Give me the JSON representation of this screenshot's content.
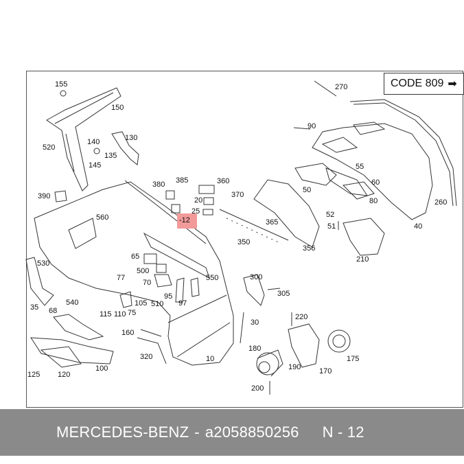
{
  "code_box": {
    "label": "CODE 809",
    "arrow": "➡"
  },
  "callouts": [
    {
      "id": "155",
      "label": "155"
    },
    {
      "id": "150",
      "label": "150"
    },
    {
      "id": "520",
      "label": "520"
    },
    {
      "id": "140",
      "label": "140"
    },
    {
      "id": "130",
      "label": "130"
    },
    {
      "id": "135",
      "label": "135"
    },
    {
      "id": "145",
      "label": "145"
    },
    {
      "id": "390",
      "label": "390"
    },
    {
      "id": "560",
      "label": "560"
    },
    {
      "id": "380",
      "label": "380"
    },
    {
      "id": "385",
      "label": "385"
    },
    {
      "id": "360",
      "label": "360"
    },
    {
      "id": "370",
      "label": "370"
    },
    {
      "id": "20",
      "label": "20"
    },
    {
      "id": "25",
      "label": "25"
    },
    {
      "id": "12",
      "label": "-12"
    },
    {
      "id": "365",
      "label": "365"
    },
    {
      "id": "350",
      "label": "350"
    },
    {
      "id": "270",
      "label": "270"
    },
    {
      "id": "90",
      "label": "90"
    },
    {
      "id": "55",
      "label": "55"
    },
    {
      "id": "50",
      "label": "50"
    },
    {
      "id": "60",
      "label": "60"
    },
    {
      "id": "80",
      "label": "80"
    },
    {
      "id": "52",
      "label": "52"
    },
    {
      "id": "51",
      "label": "51"
    },
    {
      "id": "356",
      "label": "356"
    },
    {
      "id": "260",
      "label": "260"
    },
    {
      "id": "40",
      "label": "40"
    },
    {
      "id": "210",
      "label": "210"
    },
    {
      "id": "530",
      "label": "530"
    },
    {
      "id": "65",
      "label": "65"
    },
    {
      "id": "500",
      "label": "500"
    },
    {
      "id": "77",
      "label": "77"
    },
    {
      "id": "70",
      "label": "70"
    },
    {
      "id": "550",
      "label": "550"
    },
    {
      "id": "300",
      "label": "300"
    },
    {
      "id": "305",
      "label": "305"
    },
    {
      "id": "35",
      "label": "35"
    },
    {
      "id": "540",
      "label": "540"
    },
    {
      "id": "68",
      "label": "68"
    },
    {
      "id": "95",
      "label": "95"
    },
    {
      "id": "97",
      "label": "97"
    },
    {
      "id": "105",
      "label": "105"
    },
    {
      "id": "510",
      "label": "510"
    },
    {
      "id": "115",
      "label": "115"
    },
    {
      "id": "110",
      "label": "110"
    },
    {
      "id": "75",
      "label": "75"
    },
    {
      "id": "220",
      "label": "220"
    },
    {
      "id": "30",
      "label": "30"
    },
    {
      "id": "160",
      "label": "160"
    },
    {
      "id": "180",
      "label": "180"
    },
    {
      "id": "175",
      "label": "175"
    },
    {
      "id": "320",
      "label": "320"
    },
    {
      "id": "10",
      "label": "10"
    },
    {
      "id": "190",
      "label": "190"
    },
    {
      "id": "170",
      "label": "170"
    },
    {
      "id": "125",
      "label": "125"
    },
    {
      "id": "120",
      "label": "120"
    },
    {
      "id": "100",
      "label": "100"
    },
    {
      "id": "200",
      "label": "200"
    }
  ],
  "footer": {
    "brand": "MERCEDES-BENZ",
    "separator": "-",
    "part_number": "a2058850256",
    "page": "N - 12"
  },
  "colors": {
    "highlight": "#f29a9a",
    "footer_bg": "#8a8a8a",
    "line": "#333333"
  }
}
